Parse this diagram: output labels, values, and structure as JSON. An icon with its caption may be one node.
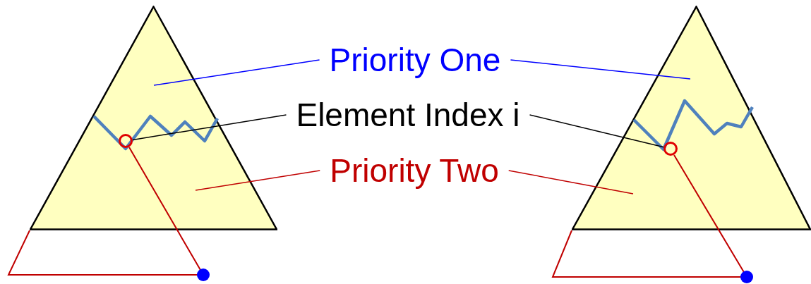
{
  "diagram": {
    "nodes": [
      {
        "text": [],
        "shape": "triangle"
      },
      {
        "text": [],
        "shape": "circle",
        "in": 0
      },
      {
        "text": [
          "Priority One"
        ]
      },
      {
        "text": [
          "Element Index i"
        ]
      },
      {
        "text": [
          "Priority Two"
        ]
      },
      {
        "text": [],
        "shape": "triangle"
      },
      {
        "text": [],
        "shape": "circle",
        "in": 5
      }
    ],
    "edges": [
      {
        "from": 2,
        "to": null,
        "arrow": "none",
        "color": "#0000ff"
      },
      {
        "from": 2,
        "to": null,
        "arrow": "none",
        "color": "#0000ff"
      },
      {
        "from": 3,
        "to": 1,
        "arrow": "none",
        "color": "#000000"
      },
      {
        "from": 3,
        "to": 6,
        "arrow": "none",
        "color": "#000000"
      },
      {
        "from": 4,
        "to": null,
        "arrow": "none",
        "color": "#c00000"
      },
      {
        "from": 4,
        "to": null,
        "arrow": "none",
        "color": "#c00000"
      }
    ]
  }
}
